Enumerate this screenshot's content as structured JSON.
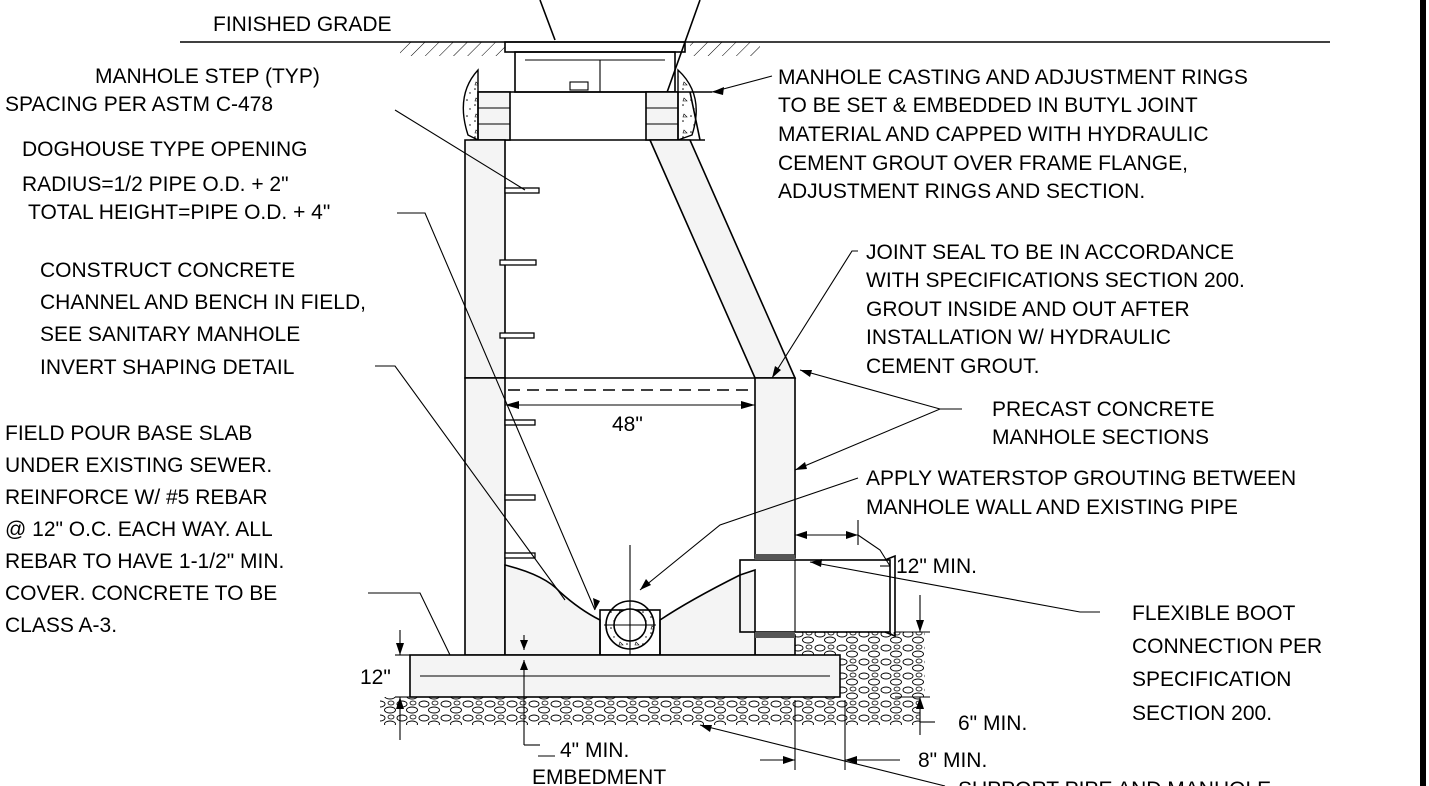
{
  "labels": {
    "finished_grade": "FINISHED GRADE",
    "step_1": "MANHOLE STEP (TYP)",
    "step_2": "SPACING PER ASTM C-478",
    "doghouse_1": "DOGHOUSE TYPE OPENING",
    "doghouse_2": "RADIUS=1/2 PIPE O.D. + 2\"",
    "doghouse_3": "TOTAL HEIGHT=PIPE O.D. + 4\"",
    "channel_1": "CONSTRUCT CONCRETE",
    "channel_2": "CHANNEL AND BENCH IN FIELD,",
    "channel_3": "SEE SANITARY MANHOLE",
    "channel_4": "INVERT SHAPING DETAIL",
    "slab_1": "FIELD POUR BASE SLAB",
    "slab_2": "UNDER EXISTING SEWER.",
    "slab_3": "REINFORCE W/ #5 REBAR",
    "slab_4": "@  12\" O.C. EACH WAY. ALL",
    "slab_5": "REBAR TO HAVE 1-1/2\"  MIN.",
    "slab_6": "COVER. CONCRETE TO  BE",
    "slab_7": "CLASS A-3.",
    "casting_1": "MANHOLE CASTING AND ADJUSTMENT RINGS",
    "casting_2": "TO BE SET & EMBEDDED IN BUTYL JOINT",
    "casting_3": "MATERIAL AND CAPPED WITH HYDRAULIC",
    "casting_4": "CEMENT GROUT OVER FRAME FLANGE,",
    "casting_5": "ADJUSTMENT RINGS AND SECTION.",
    "joint_1": "JOINT SEAL TO BE IN ACCORDANCE",
    "joint_2": "WITH SPECIFICATIONS SECTION 200.",
    "joint_3": "GROUT INSIDE AND OUT AFTER",
    "joint_4": "INSTALLATION W/ HYDRAULIC",
    "joint_5": "CEMENT GROUT.",
    "precast_1": "PRECAST CONCRETE",
    "precast_2": "MANHOLE SECTIONS",
    "waterstop_1": "APPLY WATERSTOP GROUTING BETWEEN",
    "waterstop_2": "MANHOLE WALL AND EXISTING PIPE",
    "dim_48": "48\"",
    "dim_12_min": "12\" MIN.",
    "boot_1": "FLEXIBLE BOOT",
    "boot_2": "CONNECTION PER",
    "boot_3": "SPECIFICATION",
    "boot_4": "SECTION 200.",
    "dim_12": "12\"",
    "dim_6_min": "6\" MIN.",
    "dim_8_min": "8\" MIN.",
    "embed_1": "4\" MIN.",
    "embed_2": "EMBEDMENT",
    "support_1": "SUPPORT PIPE AND MANHOLE"
  }
}
